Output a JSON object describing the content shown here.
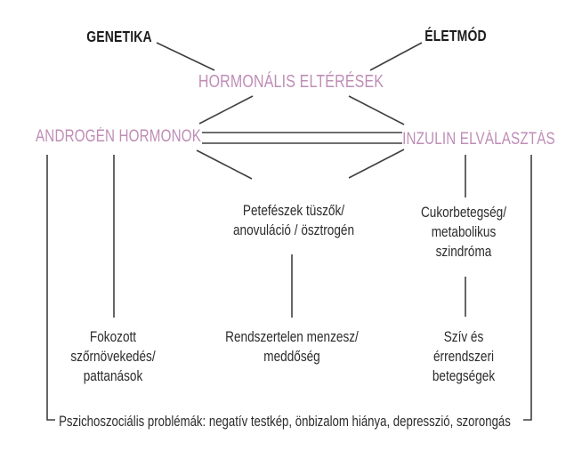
{
  "diagram": {
    "nodes": {
      "genetika": "GENETIKA",
      "eletmod": "ÉLETMÓD",
      "hormonalis_elteresek": "HORMONÁLIS ELTÉRÉSEK",
      "androgen_hormonok": "ANDROGÉN HORMONOK",
      "inzulin_elvalasztas": "INZULIN ELVÁLASZTÁS",
      "petefeszek": [
        "Petefészek tüszők/",
        "anovuláció / ösztrogén"
      ],
      "cukorbetegseg": [
        "Cukorbetegség/",
        "metabolikus",
        "szindróma"
      ],
      "fokozott": [
        "Fokozott",
        "szőrnövekedés/",
        "pattanások"
      ],
      "rendszertelen": [
        "Rendszertelen menzesz/",
        "meddőség"
      ],
      "sziv": [
        "Szív és érrendszeri",
        "betegségek"
      ],
      "pszichoszocialis": "Pszichoszociális problémák: negatív testkép, önbizalom hiánya, depresszió, szorongás"
    },
    "colors": {
      "highlight_pink": "#bf8db6",
      "text_black": "#1d1d1d",
      "line_gray": "#3f3f3f"
    }
  }
}
